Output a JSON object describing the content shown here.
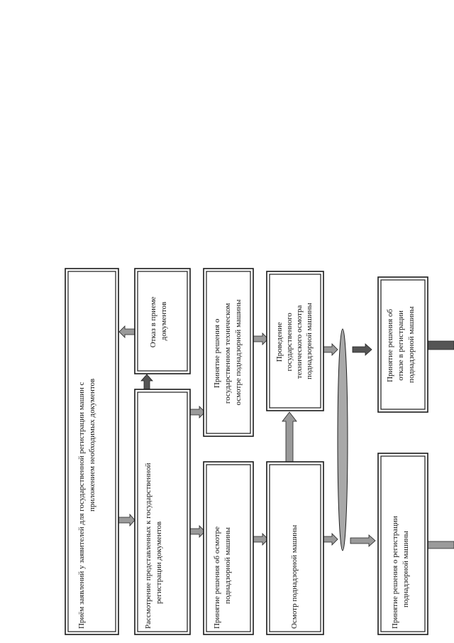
{
  "flowchart": {
    "steps": {
      "application": [
        "Приём заявлений у заявителей для государственной регистрации машин с",
        "приложением необходимых документов"
      ],
      "review": [
        "Рассмотрение представленных к государственной",
        "регистрации документов"
      ],
      "refusal_docs": [
        "Отказ в приеме",
        "документов"
      ],
      "decision_inspection": [
        "Принятие решения об осмотре",
        "поднадзорной машины"
      ],
      "decision_tech_inspection": [
        "Принятие решения о",
        "государственном техническом",
        "осмотре поднадзорной машины"
      ],
      "inspection": [
        "Осмотр поднадзорной машины"
      ],
      "tech_inspection": [
        "Проведение",
        "государственного",
        "технического осмотра",
        "поднадзорной машины"
      ],
      "decision_registration": [
        "Принятие решения о регистрации",
        "поднадзорной машины"
      ],
      "decision_refusal_registration": [
        "Принятие решения об",
        "отказе в регистрации",
        "поднадзорной машины"
      ]
    }
  }
}
